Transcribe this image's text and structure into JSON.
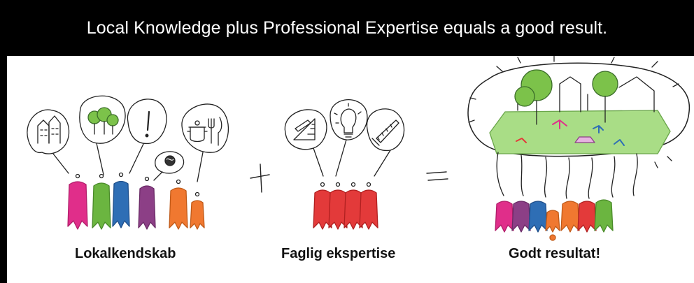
{
  "header": {
    "title": "Local Knowledge plus Professional Expertise equals a good result."
  },
  "illustration": {
    "groups": [
      {
        "caption": "Lokalkendskab",
        "speech_bubble_icons": [
          "houses-icon",
          "trees-icon",
          "exclamation-icon",
          "globe-icon",
          "cooking-pot-icon",
          "fork-knife-icon"
        ]
      },
      {
        "caption": "Faglig ekspertise",
        "speech_bubble_icons": [
          "ruler-pencil-icon",
          "lightbulb-icon",
          "saw-icon"
        ]
      },
      {
        "caption": "Godt resultat!",
        "speech_bubble_icons": [
          "park-scene-icon"
        ]
      }
    ],
    "operators": {
      "plus": "+",
      "equals": "="
    },
    "colors": {
      "magenta": "#e02e8a",
      "green": "#6bb540",
      "blue": "#2e6eb5",
      "purple": "#8c3f86",
      "orange": "#f07830",
      "red": "#e33a3a"
    }
  }
}
